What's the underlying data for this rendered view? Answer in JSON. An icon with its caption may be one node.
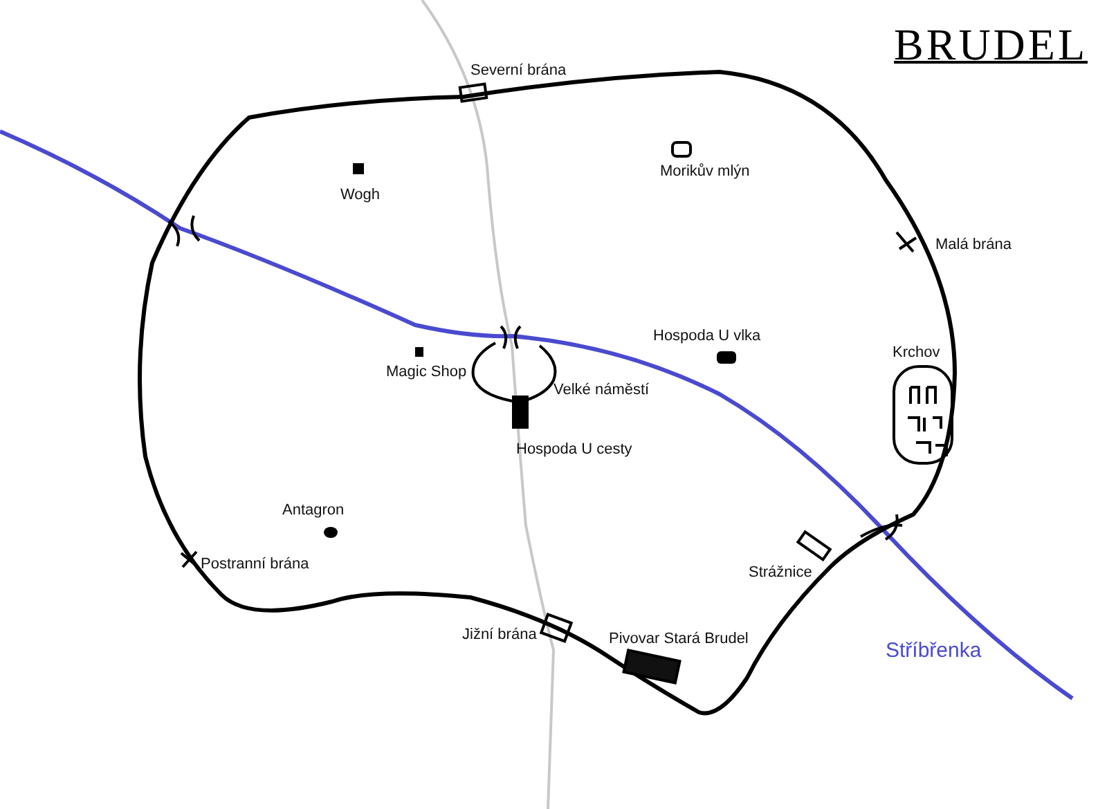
{
  "diagram": {
    "title": "BRUDEL",
    "labels": [
      "Severní brána",
      "Morikův mlýn",
      "Wogh",
      "Malá brána",
      "Hospoda U vlka",
      "Krchov",
      "Magic Shop",
      "Velké náměstí",
      "Hospoda U cesty",
      "Antagron",
      "Postranní brána",
      "Strážnice",
      "Jižní brána",
      "Pivovar Stará Brudel",
      "Stříbřenka"
    ]
  }
}
